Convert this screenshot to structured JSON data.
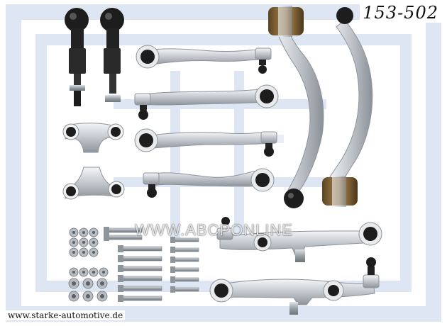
{
  "product": {
    "part_number": "153-502",
    "watermark": "WWW.ABCPONLINE",
    "website": "www.starke-automotive.de"
  },
  "colors": {
    "background_logo": "#dfe6f3",
    "aluminum": "#c9cdd2",
    "bushing": "#1d1d1d",
    "bronze_bushing": "#8a6a3a"
  }
}
